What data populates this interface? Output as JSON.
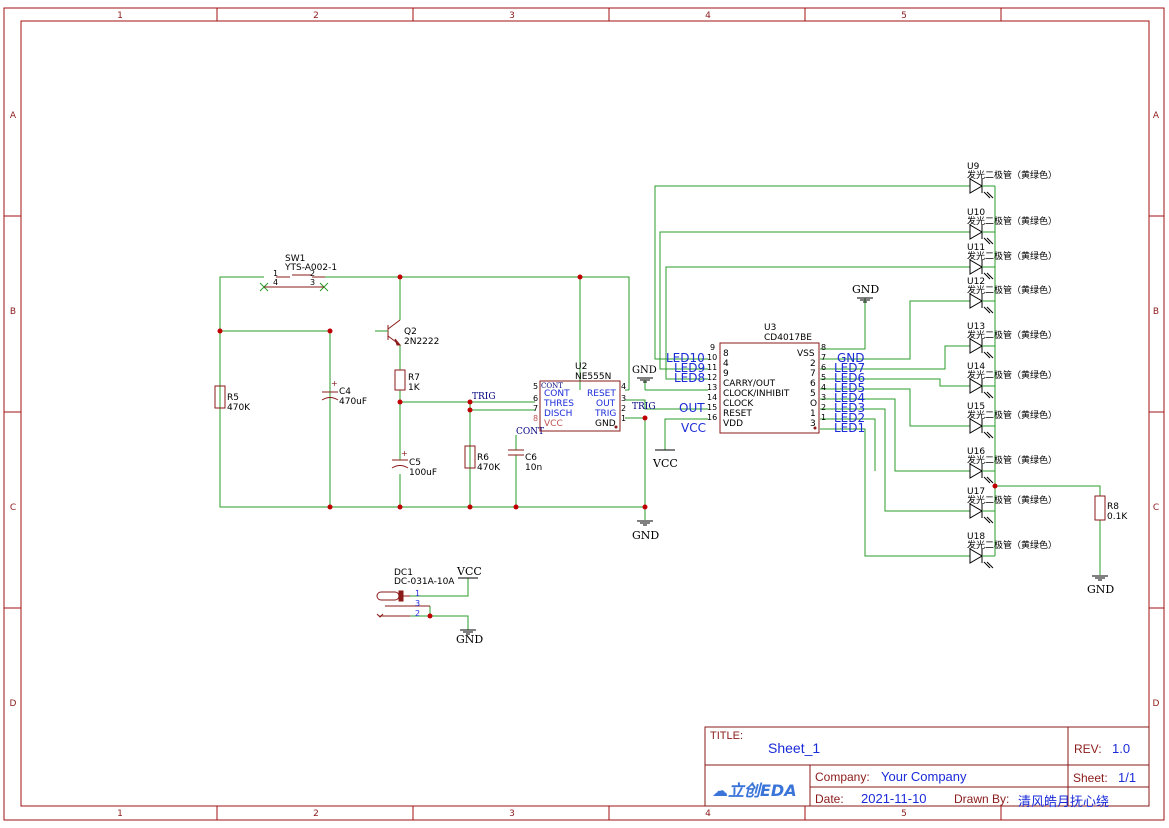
{
  "frame": {
    "col_labels": [
      "1",
      "2",
      "3",
      "4",
      "5"
    ],
    "row_labels": [
      "A",
      "B",
      "C",
      "D"
    ],
    "border_color": "#a01010"
  },
  "colors": {
    "wire": "#2a9d2a",
    "part": "#8b1a1a",
    "label": "#1a2bd8",
    "junction": "#c00000",
    "net": "#000080"
  },
  "components": {
    "sw1": {
      "ref": "SW1",
      "value": "YTS-A002-1",
      "pins": [
        "1",
        "2",
        "4",
        "3"
      ]
    },
    "q2": {
      "ref": "Q2",
      "value": "2N2222"
    },
    "r7": {
      "ref": "R7",
      "value": "1K"
    },
    "r5": {
      "ref": "R5",
      "value": "470K"
    },
    "c4": {
      "ref": "C4",
      "value": "470uF"
    },
    "c5": {
      "ref": "C5",
      "value": "100uF"
    },
    "r6": {
      "ref": "R6",
      "value": "470K"
    },
    "c6": {
      "ref": "C6",
      "value": "10n"
    },
    "u2": {
      "ref": "U2",
      "value": "NE555N",
      "left_pins": [
        {
          "num": "5",
          "name": "CONT"
        },
        {
          "num": "6",
          "name": "THRES"
        },
        {
          "num": "7",
          "name": "DISCH"
        },
        {
          "num": "8",
          "name": "VCC"
        }
      ],
      "right_pins": [
        {
          "num": "4",
          "name": "RESET"
        },
        {
          "num": "3",
          "name": "OUT"
        },
        {
          "num": "2",
          "name": "TRIG"
        },
        {
          "num": "1",
          "name": "GND"
        }
      ]
    },
    "u3": {
      "ref": "U3",
      "value": "CD4017BE",
      "left_pins": [
        {
          "num": "9",
          "name": "8"
        },
        {
          "num": "10",
          "name": "4"
        },
        {
          "num": "11",
          "name": "9"
        },
        {
          "num": "12",
          "name": "CARRY/OUT"
        },
        {
          "num": "13",
          "name": "CLOCK/INHIBIT"
        },
        {
          "num": "14",
          "name": "CLOCK"
        },
        {
          "num": "15",
          "name": "RESET"
        },
        {
          "num": "16",
          "name": "VDD"
        }
      ],
      "right_pins": [
        {
          "num": "8",
          "name": "VSS"
        },
        {
          "num": "7",
          "name": "2"
        },
        {
          "num": "6",
          "name": "7"
        },
        {
          "num": "5",
          "name": "6"
        },
        {
          "num": "4",
          "name": "5"
        },
        {
          "num": "3",
          "name": "O"
        },
        {
          "num": "2",
          "name": "1"
        },
        {
          "num": "1",
          "name": "3"
        }
      ]
    },
    "r8": {
      "ref": "R8",
      "value": "0.1K"
    },
    "dc1": {
      "ref": "DC1",
      "value": "DC-031A-10A",
      "pins": [
        "1",
        "3",
        "2"
      ]
    }
  },
  "leds": [
    {
      "ref": "U9",
      "value": "发光二极管（黄绿色）"
    },
    {
      "ref": "U10",
      "value": "发光二极管（黄绿色）"
    },
    {
      "ref": "U11",
      "value": "发光二极管（黄绿色）"
    },
    {
      "ref": "U12",
      "value": "发光二极管（黄绿色）"
    },
    {
      "ref": "U13",
      "value": "发光二极管（黄绿色）"
    },
    {
      "ref": "U14",
      "value": "发光二极管（黄绿色）"
    },
    {
      "ref": "U15",
      "value": "发光二极管（黄绿色）"
    },
    {
      "ref": "U16",
      "value": "发光二极管（黄绿色）"
    },
    {
      "ref": "U17",
      "value": "发光二极管（黄绿色）"
    },
    {
      "ref": "U18",
      "value": "发光二极管（黄绿色）"
    }
  ],
  "net_labels": {
    "trig": "TRIG",
    "cont": "CONT",
    "vcc": "VCC",
    "gnd": "GND",
    "out": "OUT",
    "led_left": [
      "LED10",
      "LED9",
      "LED8"
    ],
    "led_right": [
      "GND",
      "LED7",
      "LED6",
      "LED5",
      "LED4",
      "LED3",
      "LED2",
      "LED1"
    ]
  },
  "title_block": {
    "title_label": "TITLE:",
    "title": "Sheet_1",
    "rev_label": "REV:",
    "rev": "1.0",
    "logo": "立创EDA",
    "company_label": "Company:",
    "company": "Your Company",
    "sheet_label": "Sheet:",
    "sheet": "1/1",
    "date_label": "Date:",
    "date": "2021-11-10",
    "drawn_label": "Drawn By:",
    "drawn_by": "清风皓月抚心绕"
  }
}
